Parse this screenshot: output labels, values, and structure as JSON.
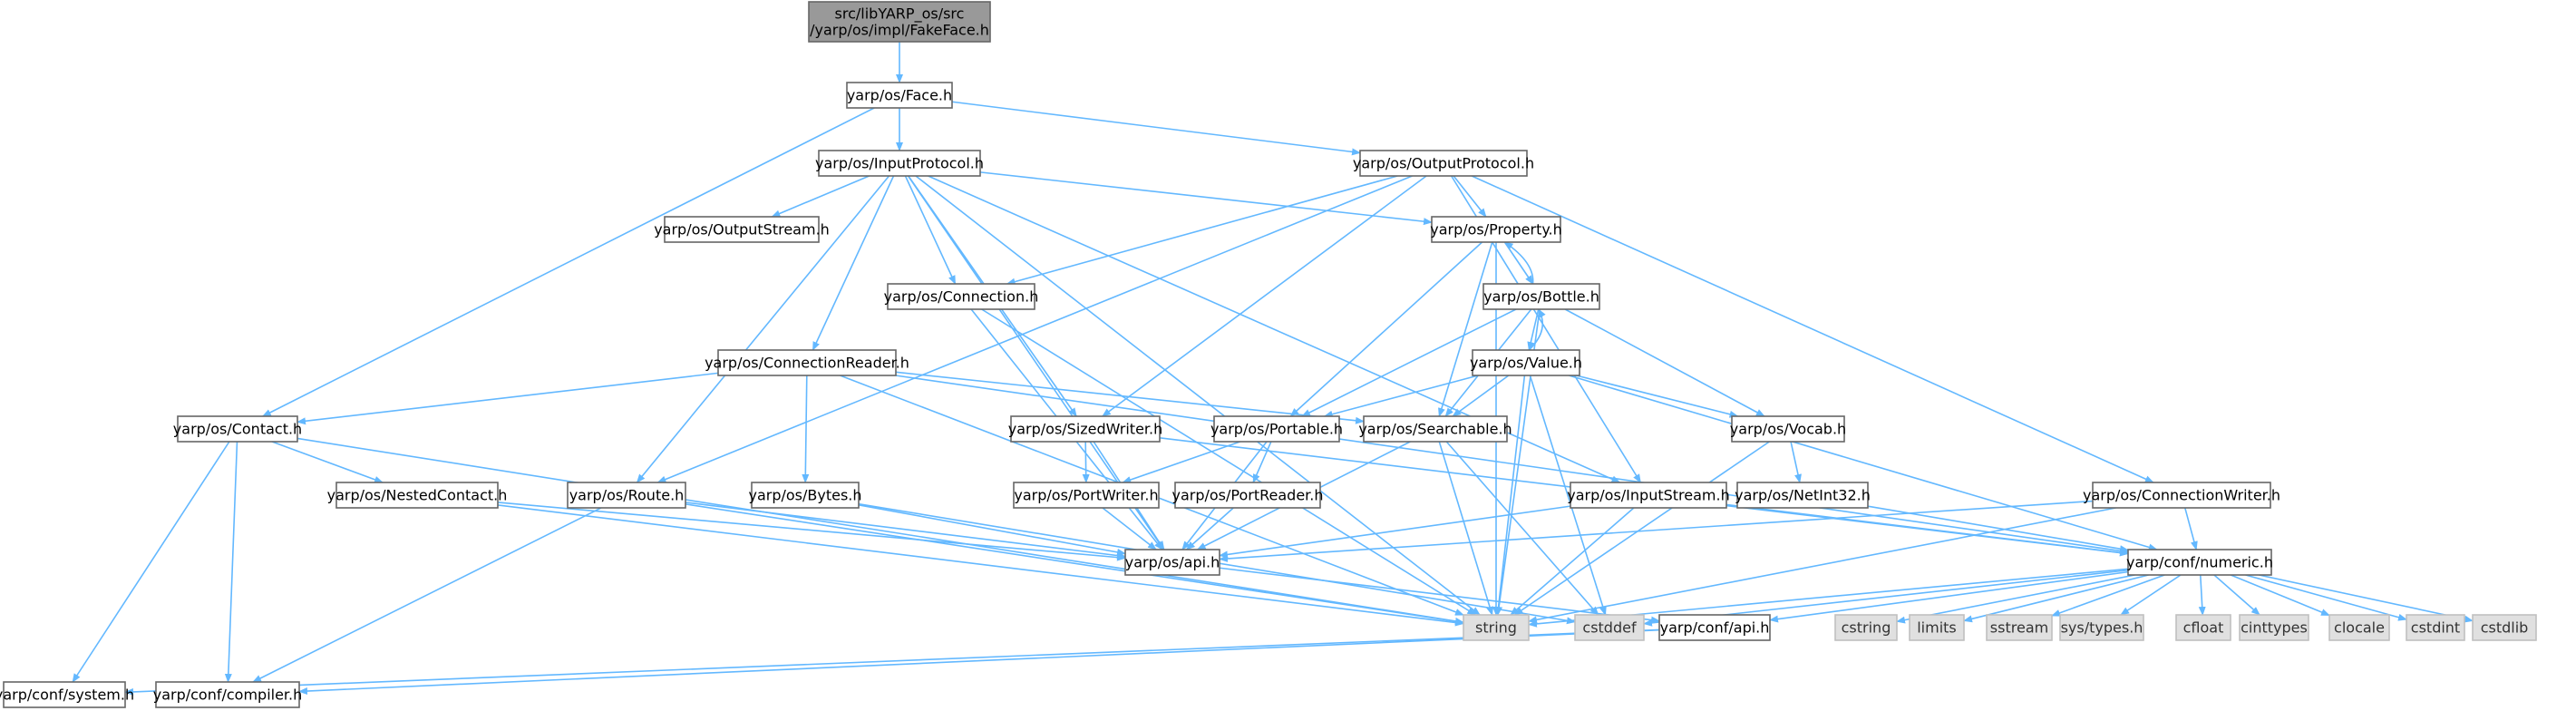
{
  "colors": {
    "edge": "#63b8ff",
    "root_fill": "#999999",
    "node_fill": "#ffffff",
    "node_stroke": "#666666",
    "system_fill": "#e0e0e0",
    "system_stroke": "#c0c0c0"
  },
  "nodes": [
    {
      "id": "root",
      "lines": [
        "src/libYARP_os/src",
        "/yarp/os/impl/FakeFace.h"
      ],
      "kind": "root"
    },
    {
      "id": "face",
      "lines": [
        "yarp/os/Face.h"
      ],
      "kind": "node"
    },
    {
      "id": "inproto",
      "lines": [
        "yarp/os/InputProtocol.h"
      ],
      "kind": "node"
    },
    {
      "id": "outproto",
      "lines": [
        "yarp/os/OutputProtocol.h"
      ],
      "kind": "node"
    },
    {
      "id": "outstream",
      "lines": [
        "yarp/os/OutputStream.h"
      ],
      "kind": "node"
    },
    {
      "id": "property",
      "lines": [
        "yarp/os/Property.h"
      ],
      "kind": "node"
    },
    {
      "id": "connection",
      "lines": [
        "yarp/os/Connection.h"
      ],
      "kind": "node"
    },
    {
      "id": "bottle",
      "lines": [
        "yarp/os/Bottle.h"
      ],
      "kind": "node"
    },
    {
      "id": "connreader",
      "lines": [
        "yarp/os/ConnectionReader.h"
      ],
      "kind": "node"
    },
    {
      "id": "value",
      "lines": [
        "yarp/os/Value.h"
      ],
      "kind": "node"
    },
    {
      "id": "contact",
      "lines": [
        "yarp/os/Contact.h"
      ],
      "kind": "node"
    },
    {
      "id": "sizedwriter",
      "lines": [
        "yarp/os/SizedWriter.h"
      ],
      "kind": "node"
    },
    {
      "id": "portable",
      "lines": [
        "yarp/os/Portable.h"
      ],
      "kind": "node"
    },
    {
      "id": "searchable",
      "lines": [
        "yarp/os/Searchable.h"
      ],
      "kind": "node"
    },
    {
      "id": "vocab",
      "lines": [
        "yarp/os/Vocab.h"
      ],
      "kind": "node"
    },
    {
      "id": "nestedcontact",
      "lines": [
        "yarp/os/NestedContact.h"
      ],
      "kind": "node"
    },
    {
      "id": "route",
      "lines": [
        "yarp/os/Route.h"
      ],
      "kind": "node"
    },
    {
      "id": "bytes",
      "lines": [
        "yarp/os/Bytes.h"
      ],
      "kind": "node"
    },
    {
      "id": "portwriter",
      "lines": [
        "yarp/os/PortWriter.h"
      ],
      "kind": "node"
    },
    {
      "id": "portreader",
      "lines": [
        "yarp/os/PortReader.h"
      ],
      "kind": "node"
    },
    {
      "id": "instream",
      "lines": [
        "yarp/os/InputStream.h"
      ],
      "kind": "node"
    },
    {
      "id": "netint32",
      "lines": [
        "yarp/os/NetInt32.h"
      ],
      "kind": "node"
    },
    {
      "id": "connwriter",
      "lines": [
        "yarp/os/ConnectionWriter.h"
      ],
      "kind": "node"
    },
    {
      "id": "osapi",
      "lines": [
        "yarp/os/api.h"
      ],
      "kind": "node"
    },
    {
      "id": "numeric",
      "lines": [
        "yarp/conf/numeric.h"
      ],
      "kind": "node"
    },
    {
      "id": "string",
      "lines": [
        "string"
      ],
      "kind": "sys"
    },
    {
      "id": "cstddef",
      "lines": [
        "cstddef"
      ],
      "kind": "sys"
    },
    {
      "id": "confapi",
      "lines": [
        "yarp/conf/api.h"
      ],
      "kind": "node"
    },
    {
      "id": "cstring",
      "lines": [
        "cstring"
      ],
      "kind": "sys"
    },
    {
      "id": "limits",
      "lines": [
        "limits"
      ],
      "kind": "sys"
    },
    {
      "id": "sstream",
      "lines": [
        "sstream"
      ],
      "kind": "sys"
    },
    {
      "id": "systypes",
      "lines": [
        "sys/types.h"
      ],
      "kind": "sys"
    },
    {
      "id": "cfloat",
      "lines": [
        "cfloat"
      ],
      "kind": "sys"
    },
    {
      "id": "cinttypes",
      "lines": [
        "cinttypes"
      ],
      "kind": "sys"
    },
    {
      "id": "clocale",
      "lines": [
        "clocale"
      ],
      "kind": "sys"
    },
    {
      "id": "cstdint",
      "lines": [
        "cstdint"
      ],
      "kind": "sys"
    },
    {
      "id": "cstdlib",
      "lines": [
        "cstdlib"
      ],
      "kind": "sys"
    },
    {
      "id": "system",
      "lines": [
        "yarp/conf/system.h"
      ],
      "kind": "node"
    },
    {
      "id": "compiler",
      "lines": [
        "yarp/conf/compiler.h"
      ],
      "kind": "node"
    }
  ],
  "edges": [
    [
      "root",
      "face"
    ],
    [
      "face",
      "inproto"
    ],
    [
      "face",
      "outproto"
    ],
    [
      "face",
      "contact"
    ],
    [
      "inproto",
      "outstream"
    ],
    [
      "inproto",
      "property"
    ],
    [
      "inproto",
      "connection"
    ],
    [
      "inproto",
      "connreader"
    ],
    [
      "inproto",
      "sizedwriter"
    ],
    [
      "inproto",
      "route"
    ],
    [
      "inproto",
      "instream"
    ],
    [
      "inproto",
      "osapi"
    ],
    [
      "inproto",
      "string"
    ],
    [
      "outproto",
      "property"
    ],
    [
      "outproto",
      "connection"
    ],
    [
      "outproto",
      "sizedwriter"
    ],
    [
      "outproto",
      "route"
    ],
    [
      "outproto",
      "instream"
    ],
    [
      "outproto",
      "connwriter"
    ],
    [
      "property",
      "bottle"
    ],
    [
      "property",
      "portable"
    ],
    [
      "property",
      "searchable"
    ],
    [
      "property",
      "string"
    ],
    [
      "bottle",
      "property"
    ],
    [
      "bottle",
      "value"
    ],
    [
      "bottle",
      "portable"
    ],
    [
      "bottle",
      "searchable"
    ],
    [
      "bottle",
      "vocab"
    ],
    [
      "bottle",
      "string"
    ],
    [
      "value",
      "bottle"
    ],
    [
      "value",
      "portable"
    ],
    [
      "value",
      "searchable"
    ],
    [
      "value",
      "vocab"
    ],
    [
      "value",
      "string"
    ],
    [
      "value",
      "cstddef"
    ],
    [
      "value",
      "numeric"
    ],
    [
      "connection",
      "osapi"
    ],
    [
      "connection",
      "string"
    ],
    [
      "connreader",
      "contact"
    ],
    [
      "connreader",
      "bytes"
    ],
    [
      "connreader",
      "searchable"
    ],
    [
      "connreader",
      "numeric"
    ],
    [
      "connreader",
      "string"
    ],
    [
      "contact",
      "nestedcontact"
    ],
    [
      "contact",
      "string"
    ],
    [
      "contact",
      "system"
    ],
    [
      "contact",
      "compiler"
    ],
    [
      "nestedcontact",
      "osapi"
    ],
    [
      "nestedcontact",
      "string"
    ],
    [
      "sizedwriter",
      "portwriter"
    ],
    [
      "sizedwriter",
      "osapi"
    ],
    [
      "sizedwriter",
      "numeric"
    ],
    [
      "portable",
      "portwriter"
    ],
    [
      "portable",
      "portreader"
    ],
    [
      "portable",
      "osapi"
    ],
    [
      "searchable",
      "osapi"
    ],
    [
      "searchable",
      "string"
    ],
    [
      "searchable",
      "cstddef"
    ],
    [
      "vocab",
      "netint32"
    ],
    [
      "vocab",
      "string"
    ],
    [
      "netint32",
      "numeric"
    ],
    [
      "route",
      "osapi"
    ],
    [
      "route",
      "string"
    ],
    [
      "route",
      "compiler"
    ],
    [
      "bytes",
      "osapi"
    ],
    [
      "bytes",
      "cstddef"
    ],
    [
      "portwriter",
      "osapi"
    ],
    [
      "portreader",
      "osapi"
    ],
    [
      "instream",
      "osapi"
    ],
    [
      "instream",
      "numeric"
    ],
    [
      "instream",
      "string"
    ],
    [
      "connwriter",
      "osapi"
    ],
    [
      "connwriter",
      "numeric"
    ],
    [
      "connwriter",
      "string"
    ],
    [
      "osapi",
      "confapi"
    ],
    [
      "numeric",
      "string"
    ],
    [
      "numeric",
      "cstddef"
    ],
    [
      "numeric",
      "confapi"
    ],
    [
      "numeric",
      "cstring"
    ],
    [
      "numeric",
      "limits"
    ],
    [
      "numeric",
      "sstream"
    ],
    [
      "numeric",
      "systypes"
    ],
    [
      "numeric",
      "cfloat"
    ],
    [
      "numeric",
      "cinttypes"
    ],
    [
      "numeric",
      "clocale"
    ],
    [
      "numeric",
      "cstdint"
    ],
    [
      "numeric",
      "cstdlib"
    ],
    [
      "confapi",
      "system"
    ],
    [
      "confapi",
      "compiler"
    ]
  ]
}
